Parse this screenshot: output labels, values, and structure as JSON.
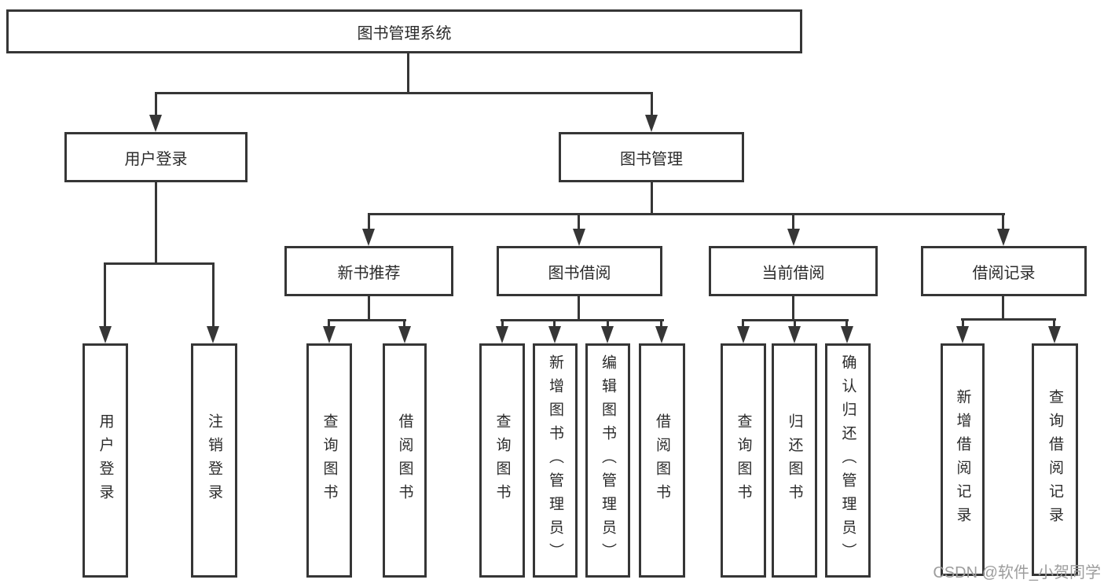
{
  "root": {
    "label": "图书管理系统"
  },
  "branches": {
    "user_login": {
      "label": "用户登录",
      "children": [
        {
          "label": "用户登录"
        },
        {
          "label": "注销登录"
        }
      ]
    },
    "book_mgmt": {
      "label": "图书管理",
      "sections": [
        {
          "label": "新书推荐",
          "children": [
            {
              "label": "查询图书"
            },
            {
              "label": "借阅图书"
            }
          ]
        },
        {
          "label": "图书借阅",
          "children": [
            {
              "label": "查询图书"
            },
            {
              "label": "新增图书（管理员）"
            },
            {
              "label": "编辑图书（管理员）"
            },
            {
              "label": "借阅图书"
            }
          ]
        },
        {
          "label": "当前借阅",
          "children": [
            {
              "label": "查询图书"
            },
            {
              "label": "归还图书"
            },
            {
              "label": "确认归还（管理员）"
            }
          ]
        },
        {
          "label": "借阅记录",
          "children": [
            {
              "label": "新增借阅记录"
            },
            {
              "label": "查询借阅记录"
            }
          ]
        }
      ]
    }
  },
  "watermark": {
    "text": "CSDN @软件_小贺同学"
  },
  "colors": {
    "line": "#363636",
    "node_border": "#363636",
    "text": "#2b2b2b",
    "watermark": "#9d9d9d",
    "background": "#ffffff"
  }
}
